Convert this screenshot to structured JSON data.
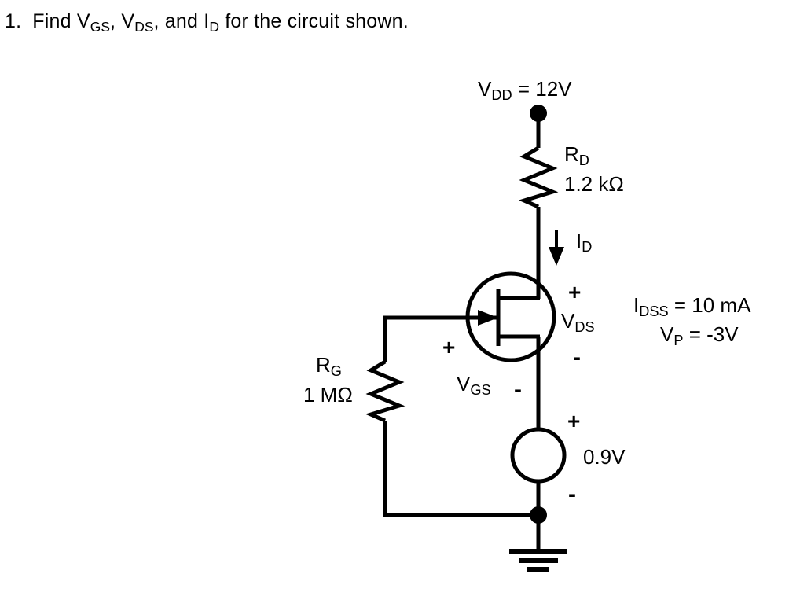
{
  "question": {
    "number": "1.",
    "prefix": "Find ",
    "v_gs": {
      "base": "V",
      "sub": "GS"
    },
    "sep1": ", ",
    "v_ds": {
      "base": "V",
      "sub": "DS"
    },
    "sep2": ", and ",
    "i_d": {
      "base": "I",
      "sub": "D"
    },
    "suffix": " for the circuit shown."
  },
  "circuit": {
    "type": "n-channel-jfet-self-bias-amplifier",
    "supply": {
      "label_base": "V",
      "label_sub": "DD",
      "label_value": " = 12V",
      "node_dot": true
    },
    "drain_resistor": {
      "name_base": "R",
      "name_sub": "D",
      "value": "1.2 kΩ"
    },
    "gate_resistor": {
      "name_base": "R",
      "name_sub": "G",
      "value": "1 MΩ"
    },
    "drain_current": {
      "base": "I",
      "sub": "D",
      "arrow_direction": "down"
    },
    "v_ds": {
      "base": "V",
      "sub": "DS",
      "plus": "+",
      "minus": "-"
    },
    "v_gs": {
      "base": "V",
      "sub": "GS",
      "plus": "+",
      "minus": "-"
    },
    "source_voltage": {
      "value": "0.9V",
      "plus": "+",
      "minus": "-",
      "symbol": "circle-source"
    },
    "device_params": {
      "idss_base": "I",
      "idss_sub": "DSS",
      "idss_value": " = 10 mA",
      "vp_base": "V",
      "vp_sub": "P",
      "vp_value": " = -3V"
    },
    "ground": {
      "symbol": "earth-ground",
      "bars": 3
    },
    "colors": {
      "wire": "#000000",
      "background": "#ffffff",
      "text": "#000000"
    }
  }
}
